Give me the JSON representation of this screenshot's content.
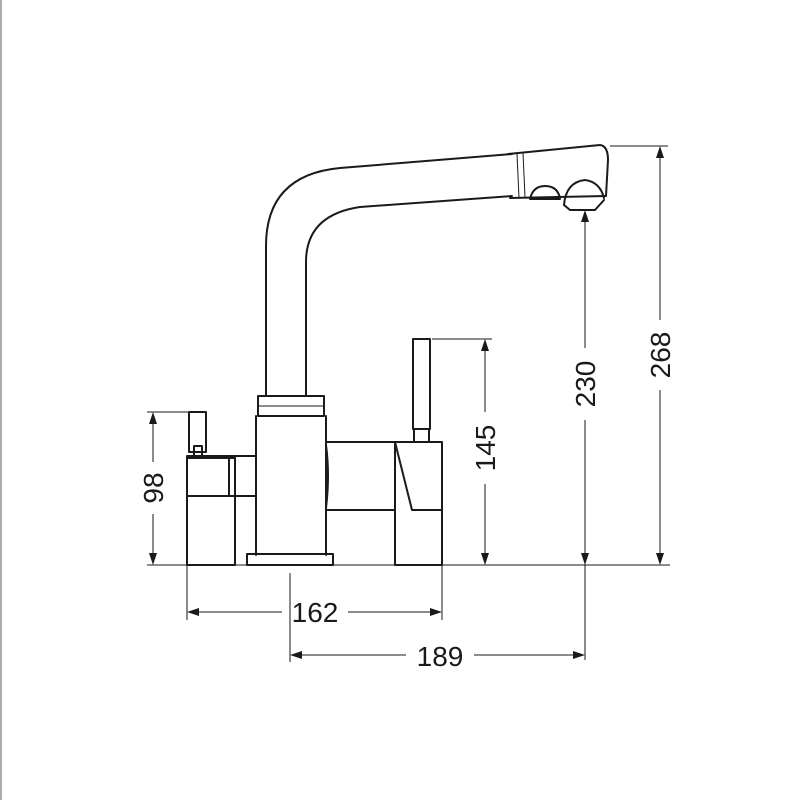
{
  "dimensions": {
    "total_height": "268",
    "spout_outlet_height": "230",
    "filter_lever_height": "145",
    "mixer_lever_height": "98",
    "body_width": "162",
    "spout_reach": "189"
  }
}
